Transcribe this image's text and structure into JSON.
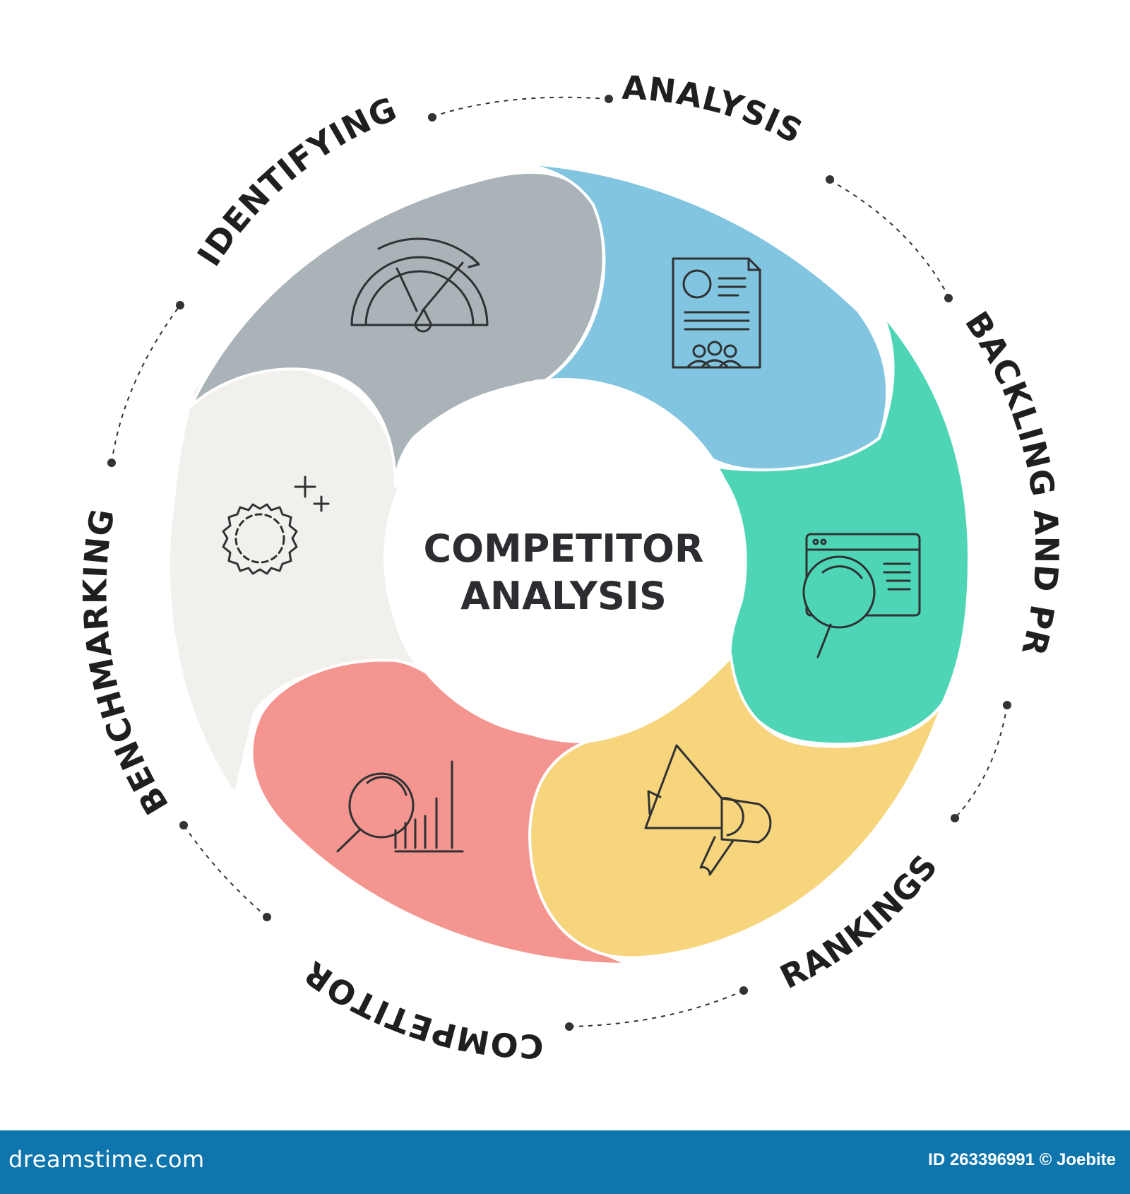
{
  "center": {
    "line1": "COMPETITOR",
    "line2": "ANALYSIS"
  },
  "ring_labels": {
    "analysis": "ANALYSIS",
    "identifying": "IDENTIFYING",
    "benchmarking": "BENCHMARKING",
    "competitor": "COMPETITOR",
    "rankings": "RANKINGS",
    "backling": "BACKLING AND PR"
  },
  "segments": [
    {
      "id": "gray",
      "color": "#a9b3b8",
      "icon": "speedometer-icon"
    },
    {
      "id": "blue",
      "color": "#82c5e0",
      "icon": "profile-document-icon"
    },
    {
      "id": "green",
      "color": "#4dd5b6",
      "icon": "web-search-icon"
    },
    {
      "id": "yellow",
      "color": "#f7d57d",
      "icon": "megaphone-icon"
    },
    {
      "id": "red",
      "color": "#f49590",
      "icon": "magnifier-bar-chart-icon"
    },
    {
      "id": "cream",
      "color": "#f1f0ec",
      "icon": "gear-sparkle-icon"
    }
  ],
  "footer": {
    "brand": "dreamstime.com",
    "credit": "ID 263396991 © Joebite"
  }
}
